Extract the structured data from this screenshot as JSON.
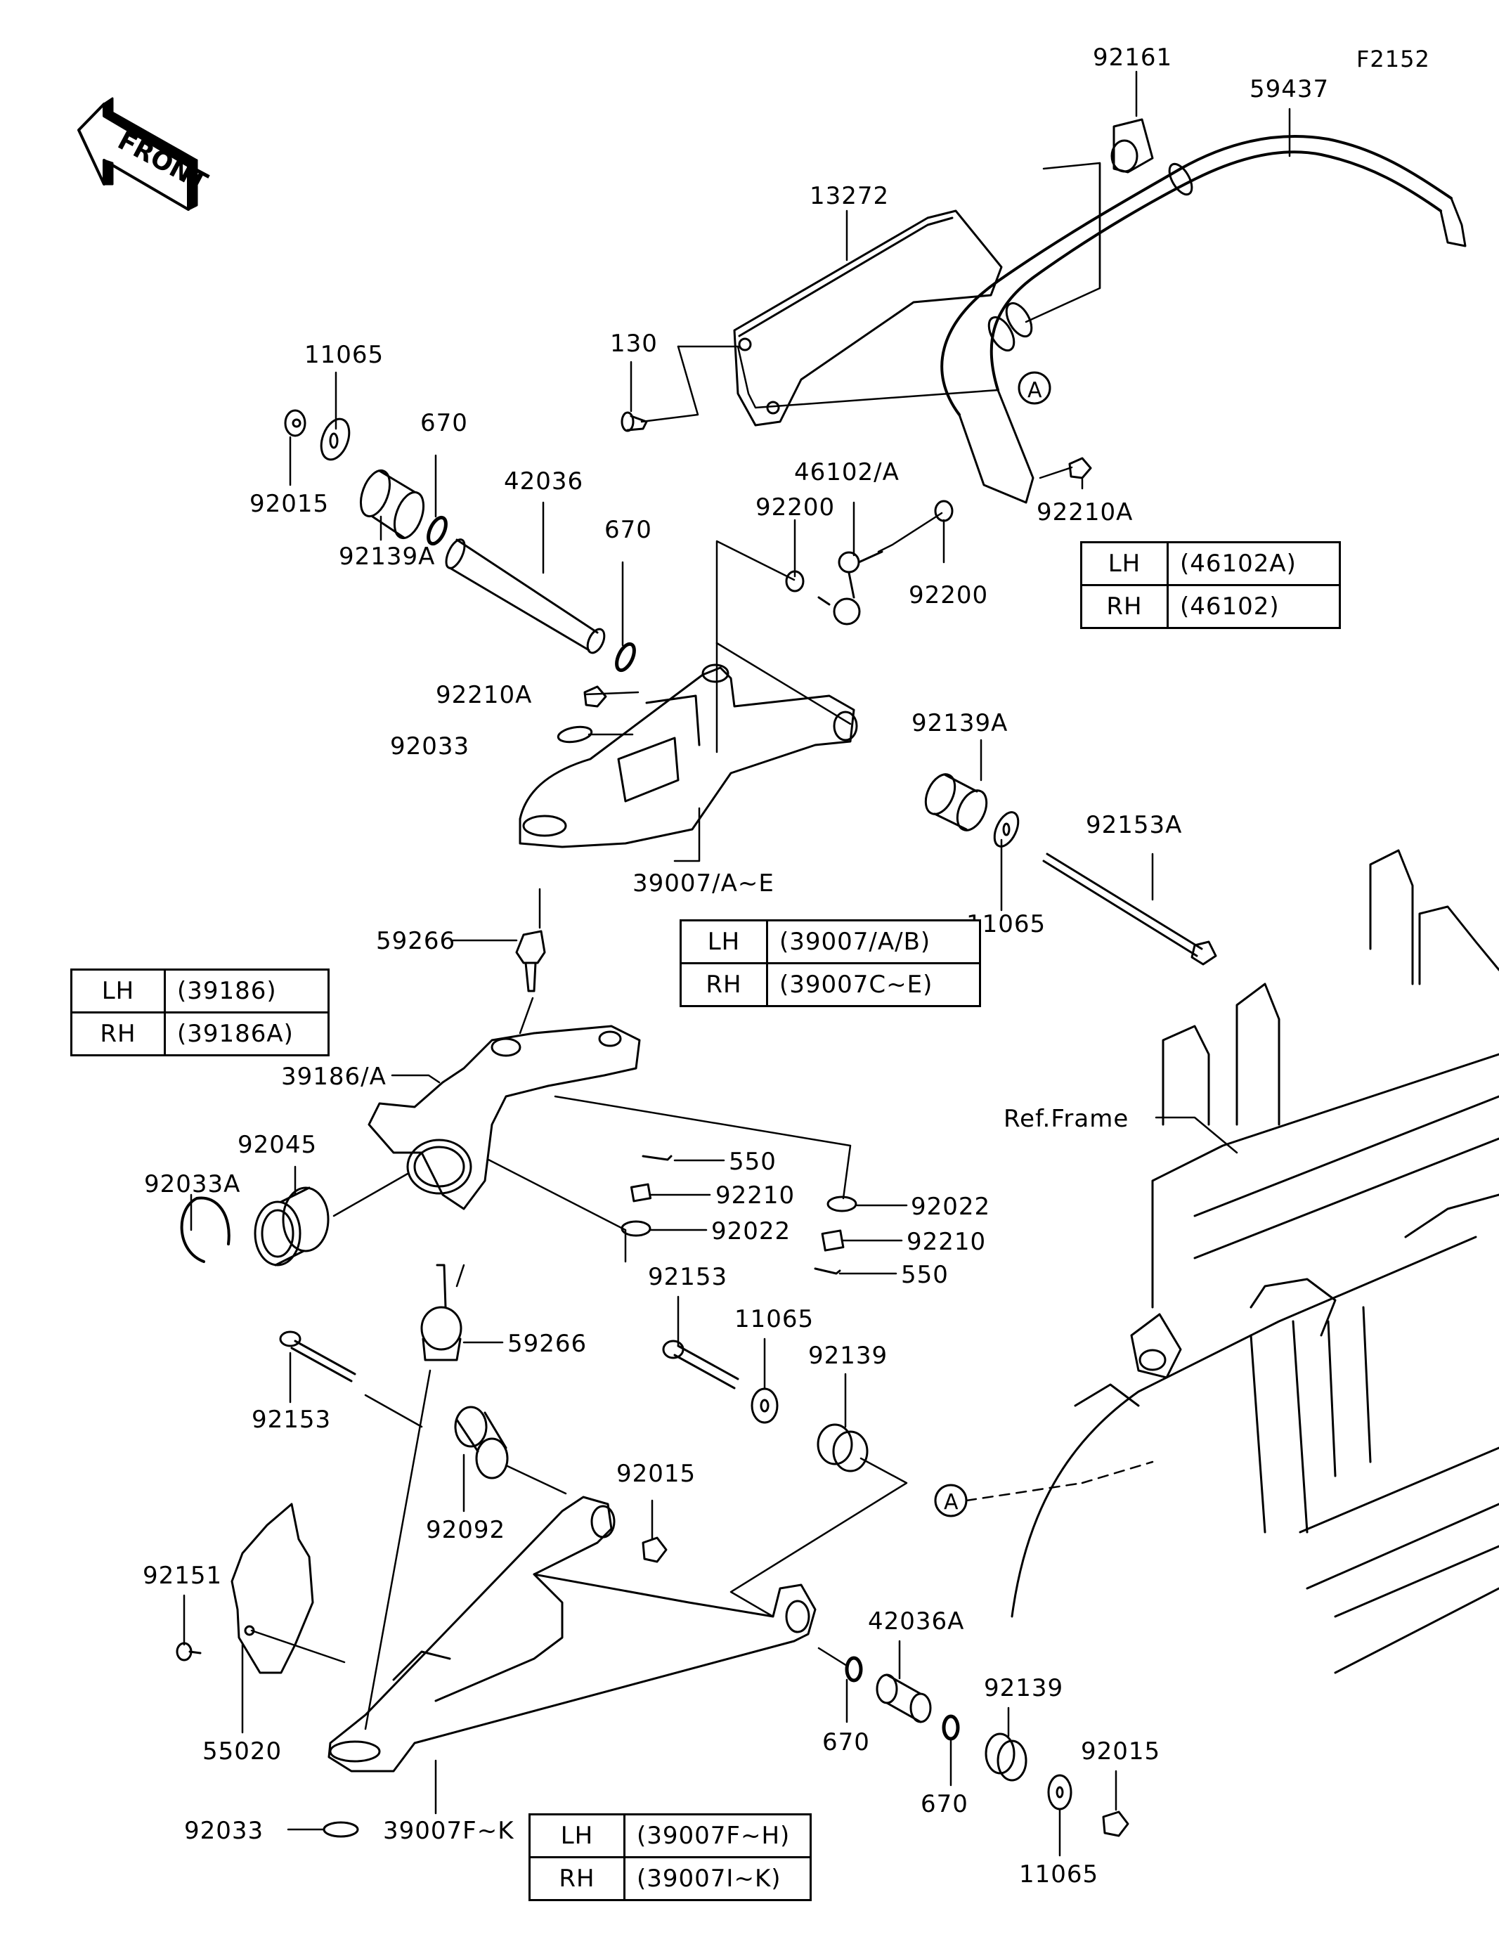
{
  "diagram": {
    "title_code": "F2152",
    "direction_indicator": "FRONT",
    "reference_label": "Ref.Frame",
    "connector_marker": "A"
  },
  "labels": {
    "p92161": "92161",
    "p59437": "59437",
    "p13272": "13272",
    "p130": "130",
    "p11065_top": "11065",
    "p670_a": "670",
    "p42036": "42036",
    "p670_b": "670",
    "p92015_top": "92015",
    "p92139A_top": "92139A",
    "p46102A": "46102/A",
    "p92200_a": "92200",
    "p92200_b": "92200",
    "p92210A_right": "92210A",
    "p92210A_left": "92210A",
    "p92033_top": "92033",
    "p92139A_mid": "92139A",
    "p92153A": "92153A",
    "p39007AE": "39007/A~E",
    "p11065_mid": "11065",
    "p59266_top": "59266",
    "p39186A": "39186/A",
    "p92045": "92045",
    "p92033A": "92033A",
    "p550_a": "550",
    "p92210_a": "92210",
    "p92022_a": "92022",
    "p92022_b": "92022",
    "p92210_b": "92210",
    "p550_b": "550",
    "p92153_mid": "92153",
    "p11065_low": "11065",
    "p92139_mid": "92139",
    "p59266_low": "59266",
    "p92153_left": "92153",
    "p92092": "92092",
    "p92015_mid": "92015",
    "p92151": "92151",
    "p55020": "55020",
    "p92033_low": "92033",
    "p39007FK": "39007F~K",
    "p42036A": "42036A",
    "p670_c": "670",
    "p670_d": "670",
    "p92139_low": "92139",
    "p92015_low": "92015",
    "p11065_bottom": "11065"
  },
  "tables": {
    "stabilizer_link": [
      {
        "side": "LH",
        "code": "(46102A)"
      },
      {
        "side": "RH",
        "code": "(46102)"
      }
    ],
    "upper_arm": [
      {
        "side": "LH",
        "code": "(39007/A/B)"
      },
      {
        "side": "RH",
        "code": "(39007C~E)"
      }
    ],
    "knuckle": [
      {
        "side": "LH",
        "code": "(39186)"
      },
      {
        "side": "RH",
        "code": "(39186A)"
      }
    ],
    "lower_arm": [
      {
        "side": "LH",
        "code": "(39007F~H)"
      },
      {
        "side": "RH",
        "code": "(39007I~K)"
      }
    ]
  }
}
